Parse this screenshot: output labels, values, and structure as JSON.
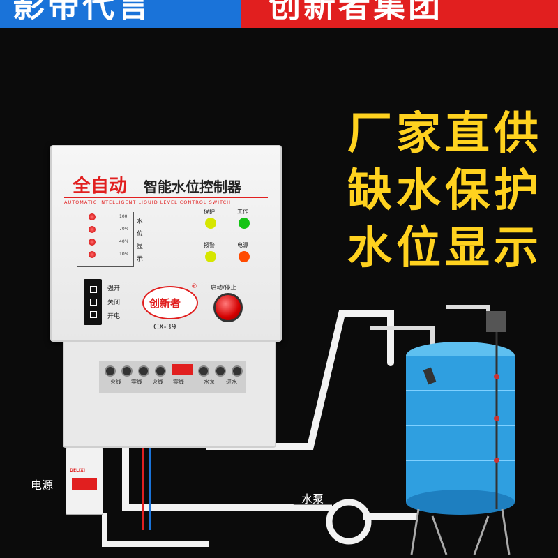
{
  "banner": {
    "left_text": "影帝代言",
    "right_text": "创新者集团",
    "left_color": "#1a73d9",
    "right_color": "#e11f1f"
  },
  "slogans": [
    "厂家直供",
    "缺水保护",
    "水位显示"
  ],
  "controller": {
    "title_red": "全自动",
    "title_black": "智能水位控制器",
    "subtitle": "AUTOMATIC INTELLIGENT LIQUID LEVEL CONTROL SWITCH",
    "level_percents": [
      "100",
      "70%",
      "40%",
      "10%"
    ],
    "level_label_chars": [
      "水",
      "位",
      "显",
      "示"
    ],
    "indicators": [
      {
        "label": "保护",
        "color": "#d6e600"
      },
      {
        "label": "工作",
        "color": "#14c414"
      },
      {
        "label": "报警",
        "color": "#d6e600"
      },
      {
        "label": "电源",
        "color": "#ff4a00"
      }
    ],
    "switch_labels": [
      "强开",
      "关闭",
      "开电"
    ],
    "logo_text": "创新者",
    "registered_mark": "®",
    "model": "CX-39",
    "start_stop_label": "启动/停止"
  },
  "diagram": {
    "power_label": "电源",
    "pump_label": "水泵",
    "breaker_brand": "DELIXI",
    "terminal_labels": [
      "火线",
      "零线",
      "火线",
      "零线",
      "水泵",
      "进水"
    ]
  },
  "colors": {
    "accent_yellow": "#ffd21f",
    "tank_blue": "#2f9fe0"
  }
}
